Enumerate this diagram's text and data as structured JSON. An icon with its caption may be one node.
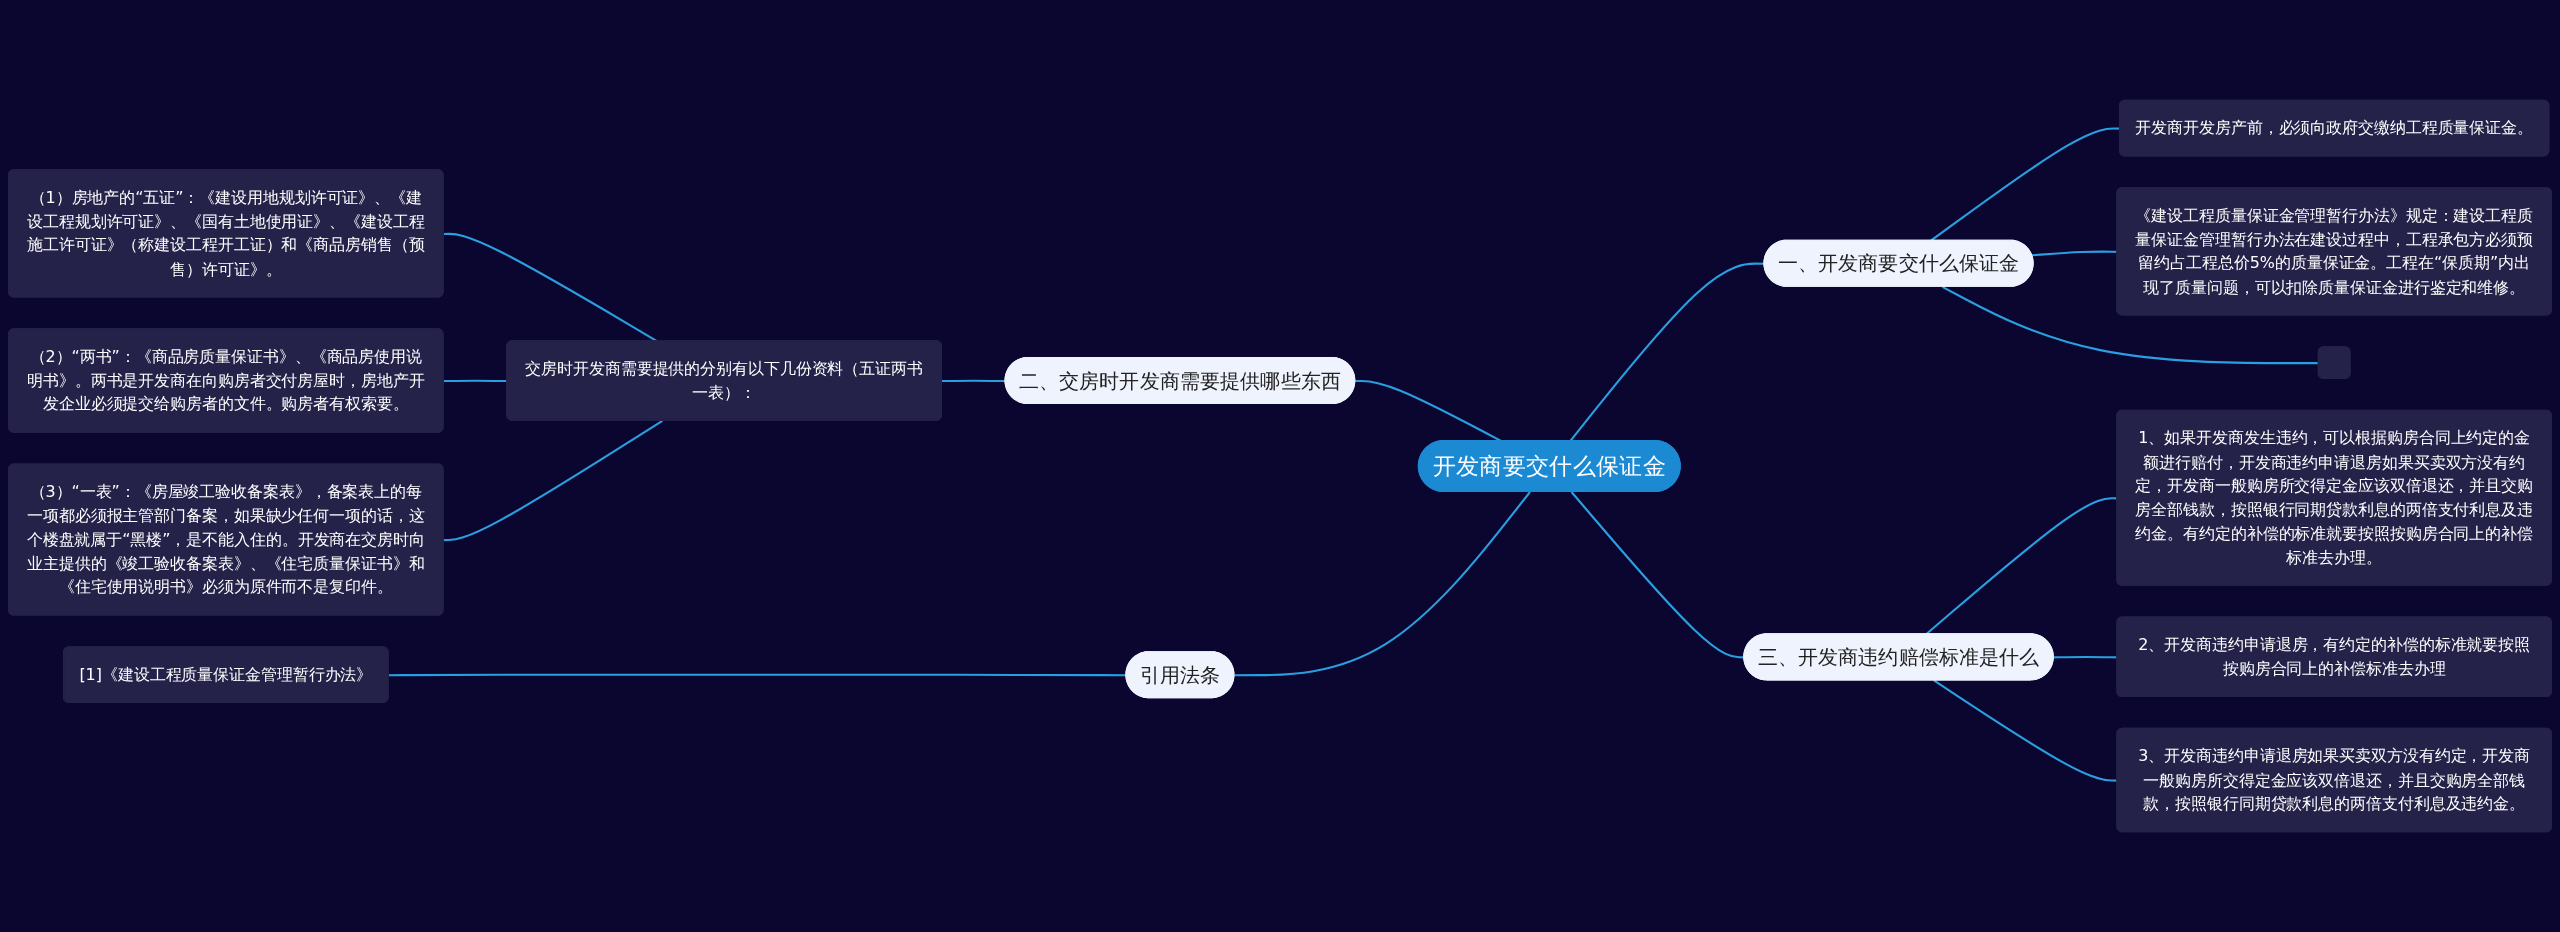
{
  "diagram": {
    "nodes": [
      {
        "text": [
          "开发商要交什么保证金"
        ]
      },
      {
        "text": [
          "一、开发商要交什么保证金"
        ]
      },
      {
        "text": [
          "开发商开发房产前，必须向政府交缴纳工程质量保证金。"
        ]
      },
      {
        "text": [
          "《建设工程质量保证金管理暂行办法》规定：建设工程质量保证金管理暂行办法在建设过程中，工程承包方必须预留约占工程总价5%的质量保证金。工程在“保质期”内出现了质量问题，可以扣除质量保证金进行鉴定和维修。"
        ]
      },
      {
        "text": [],
        "shape": "box"
      },
      {
        "text": [
          "二、交房时开发商需要提供哪些东西"
        ]
      },
      {
        "text": [
          "交房时开发商需要提供的分别有以下几份资料（五证两书一表）："
        ]
      },
      {
        "text": [
          "（1）房地产的“五证”：《建设用地规划许可证》、《建设工程规划许可证》、《国有土地使用证》、《建设工程施工许可证》（称建设工程开工证）和《商品房销售（预售）许可证》。"
        ]
      },
      {
        "text": [
          "（2）“两书”：《商品房质量保证书》、《商品房使用说明书》。两书是开发商在向购房者交付房屋时，房地产开发企业必须提交给购房者的文件。购房者有权索要。"
        ]
      },
      {
        "text": [
          "（3）“一表”：《房屋竣工验收备案表》，备案表上的每一项都必须报主管部门备案，如果缺少任何一项的话，这个楼盘就属于“黑楼”，是不能入住的。开发商在交房时向业主提供的《竣工验收备案表》、《住宅质量保证书》和《住宅使用说明书》必须为原件而不是复印件。"
        ]
      },
      {
        "text": [
          "三、开发商违约赔偿标准是什么"
        ]
      },
      {
        "text": [
          "1、如果开发商发生违约，可以根据购房合同上约定的金额进行赔付，开发商违约申请退房如果买卖双方没有约定，开发商一般购房所交得定金应该双倍退还，并且交购房全部钱款，按照银行同期贷款利息的两倍支付利息及违约金。有约定的补偿的标准就要按照按购房合同上的补偿标准去办理。"
        ]
      },
      {
        "text": [
          "2、开发商违约申请退房，有约定的补偿的标准就要按照按购房合同上的补偿标准去办理"
        ]
      },
      {
        "text": [
          "3、开发商违约申请退房如果买卖双方没有约定，开发商一般购房所交得定金应该双倍退还，并且交购房全部钱款，按照银行同期贷款利息的两倍支付利息及违约金。"
        ]
      },
      {
        "text": [
          "引用法条"
        ]
      },
      {
        "text": [
          "[1]《建设工程质量保证金管理暂行办法》"
        ]
      }
    ],
    "edges": [
      {
        "from": 0,
        "to": 1,
        "arrow": "none"
      },
      {
        "from": 1,
        "to": 2,
        "arrow": "none"
      },
      {
        "from": 1,
        "to": 3,
        "arrow": "none"
      },
      {
        "from": 1,
        "to": 4,
        "arrow": "none"
      },
      {
        "from": 5,
        "to": 0,
        "arrow": "none"
      },
      {
        "from": 6,
        "to": 5,
        "arrow": "none"
      },
      {
        "from": 7,
        "to": 6,
        "arrow": "none"
      },
      {
        "from": 8,
        "to": 6,
        "arrow": "none"
      },
      {
        "from": 9,
        "to": 6,
        "arrow": "none"
      },
      {
        "from": 0,
        "to": 10,
        "arrow": "none"
      },
      {
        "from": 10,
        "to": 11,
        "arrow": "none"
      },
      {
        "from": 10,
        "to": 12,
        "arrow": "none"
      },
      {
        "from": 10,
        "to": 13,
        "arrow": "none"
      },
      {
        "from": 14,
        "to": 0,
        "arrow": "none"
      },
      {
        "from": 15,
        "to": 14,
        "arrow": "none"
      }
    ]
  }
}
